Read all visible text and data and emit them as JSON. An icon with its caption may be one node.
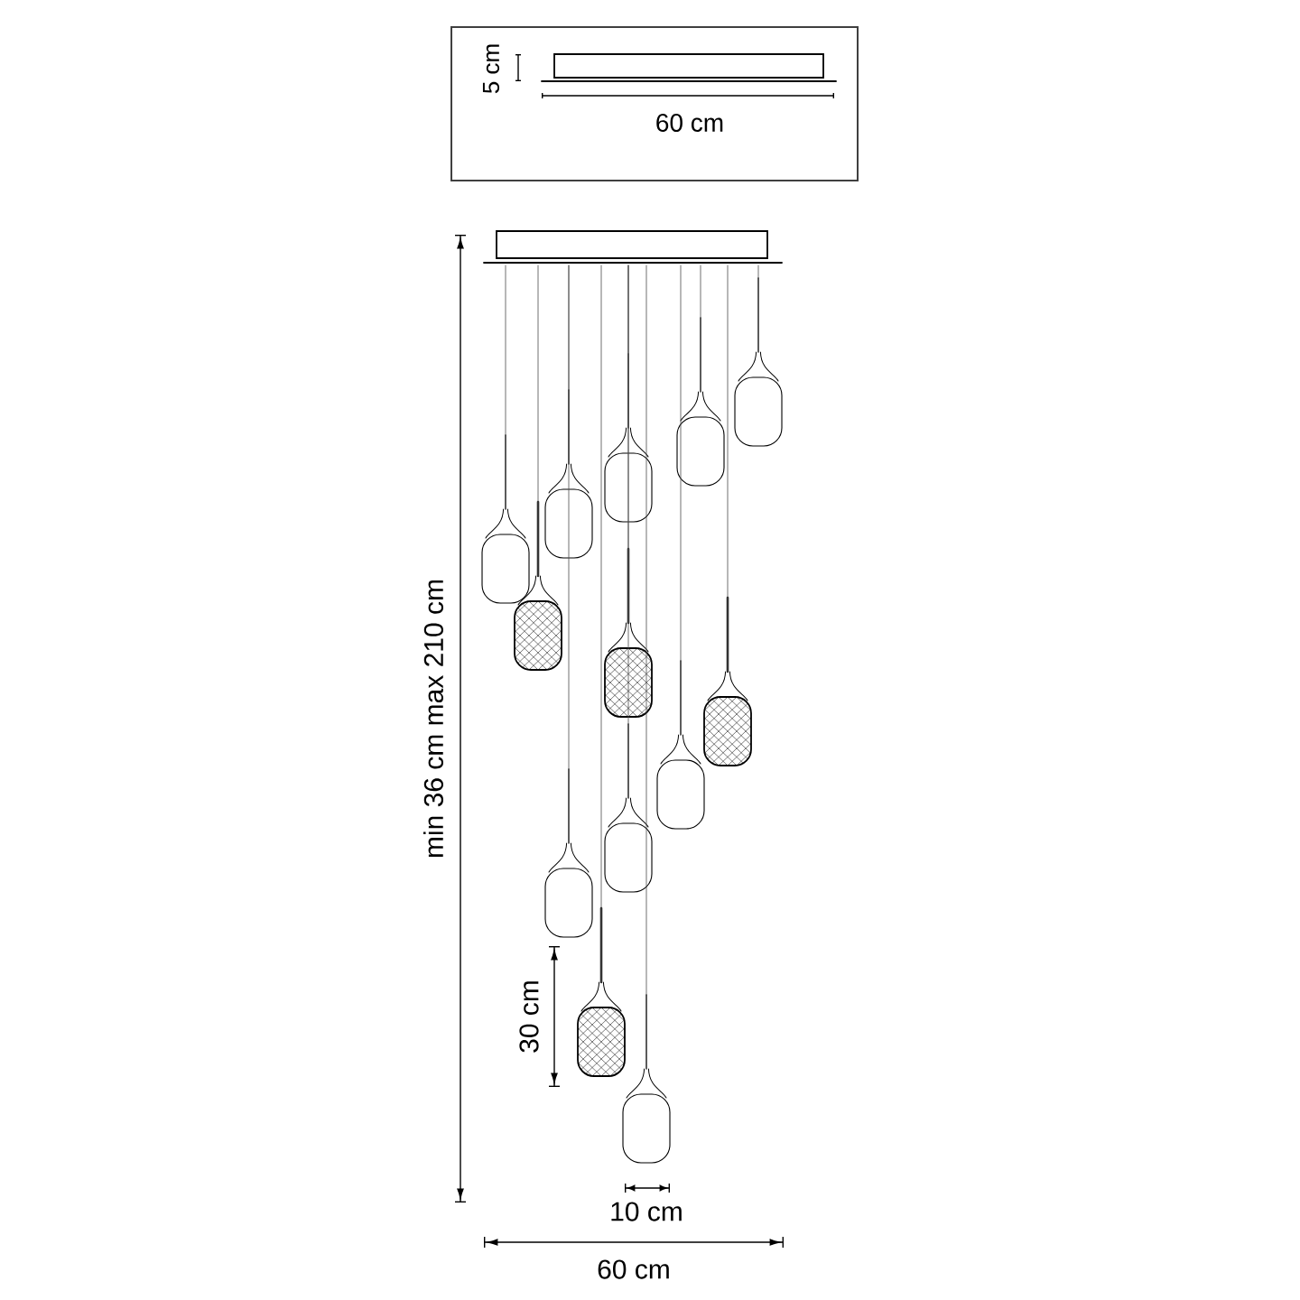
{
  "diagram": {
    "labels": [
      "5 cm",
      "60 cm",
      "min 36 cm max 210 cm",
      "30 cm",
      "10 cm",
      "60 cm"
    ]
  }
}
